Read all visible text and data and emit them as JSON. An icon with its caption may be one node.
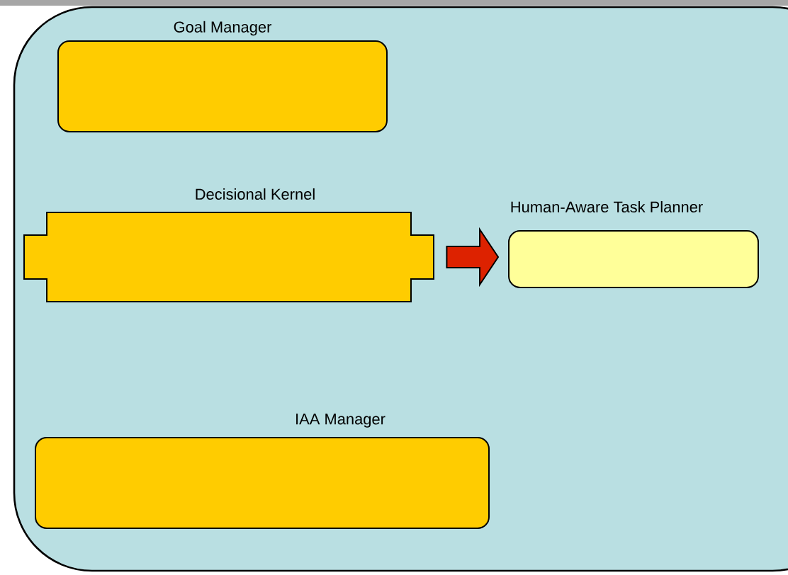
{
  "diagram": {
    "nodes": [
      {
        "text": [],
        "shape": "box"
      },
      {
        "text": [
          "Goal Manager"
        ],
        "in": 0
      },
      {
        "text": [
          "Decisional Kernel"
        ],
        "in": 0
      },
      {
        "text": [
          "Human-Aware Task Planner"
        ],
        "in": 0
      },
      {
        "text": [
          "IAA Manager"
        ],
        "in": 0
      }
    ],
    "edges": [
      {
        "from": 2,
        "to": 3,
        "arrow": "to"
      }
    ]
  }
}
